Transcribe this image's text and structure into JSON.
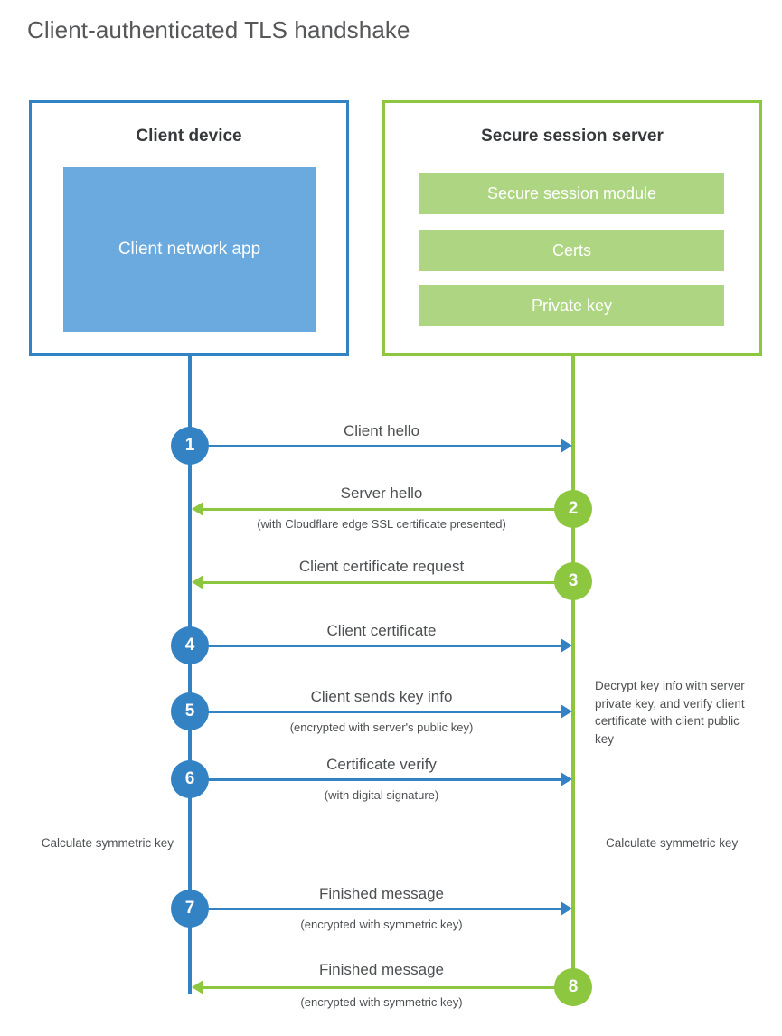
{
  "title": "Client-authenticated TLS handshake",
  "parties": {
    "client": {
      "title": "Client device",
      "app_label": "Client network app",
      "color": "#3382c4"
    },
    "server": {
      "title": "Secure session server",
      "color": "#8dc63f",
      "modules": [
        {
          "label": "Secure session module"
        },
        {
          "label": "Certs"
        },
        {
          "label": "Private key"
        }
      ]
    }
  },
  "colors": {
    "blue": "#3382c4",
    "blue_fill": "#6aaade",
    "green": "#8dc63f",
    "green_fill": "#aed581",
    "text": "#4d5052",
    "title": "#555759"
  },
  "steps": [
    {
      "number": "1",
      "label": "Client hello",
      "sublabel": "",
      "direction": "client-to-server",
      "color": "#3382c4"
    },
    {
      "number": "2",
      "label": "Server hello",
      "sublabel": "(with Cloudflare edge SSL certificate presented)",
      "direction": "server-to-client",
      "color": "#8dc63f"
    },
    {
      "number": "3",
      "label": "Client certificate request",
      "sublabel": "",
      "direction": "server-to-client",
      "color": "#8dc63f"
    },
    {
      "number": "4",
      "label": "Client certificate",
      "sublabel": "",
      "direction": "client-to-server",
      "color": "#3382c4"
    },
    {
      "number": "5",
      "label": "Client sends key info",
      "sublabel": "(encrypted with server's public key)",
      "direction": "client-to-server",
      "color": "#3382c4"
    },
    {
      "number": "6",
      "label": "Certificate verify",
      "sublabel": "(with digital signature)",
      "direction": "client-to-server",
      "color": "#3382c4"
    },
    {
      "number": "7",
      "label": "Finished message",
      "sublabel": "(encrypted with symmetric key)",
      "direction": "client-to-server",
      "color": "#3382c4"
    },
    {
      "number": "8",
      "label": "Finished message",
      "sublabel": "(encrypted with symmetric key)",
      "direction": "server-to-client",
      "color": "#8dc63f"
    }
  ],
  "notes": {
    "server_decrypt": "Decrypt key info with server private key, and verify client certificate with client public key",
    "calculate_left": "Calculate symmetric key",
    "calculate_right": "Calculate symmetric key"
  }
}
